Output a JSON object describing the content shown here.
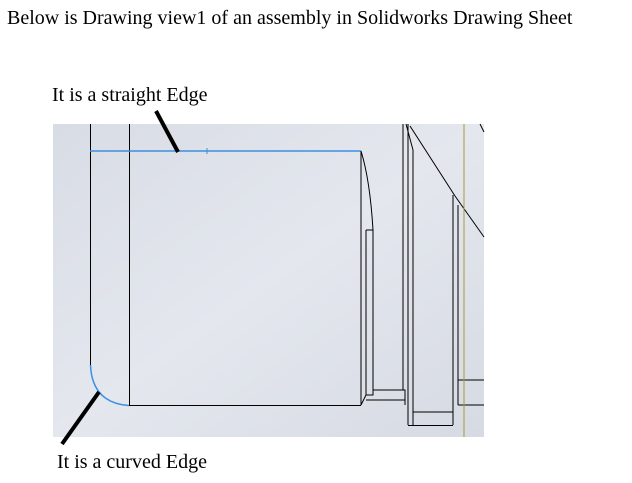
{
  "heading": "Below is Drawing view1 of an assembly in Solidworks Drawing Sheet",
  "annotations": {
    "straight_edge": "It is a straight Edge",
    "curved_edge": "It is a curved Edge"
  },
  "colors": {
    "sheet_background": "#dfe3ea",
    "model_lines": "#000000",
    "selected_edge": "#3d8fe0",
    "centerline": "#a89a3a"
  }
}
